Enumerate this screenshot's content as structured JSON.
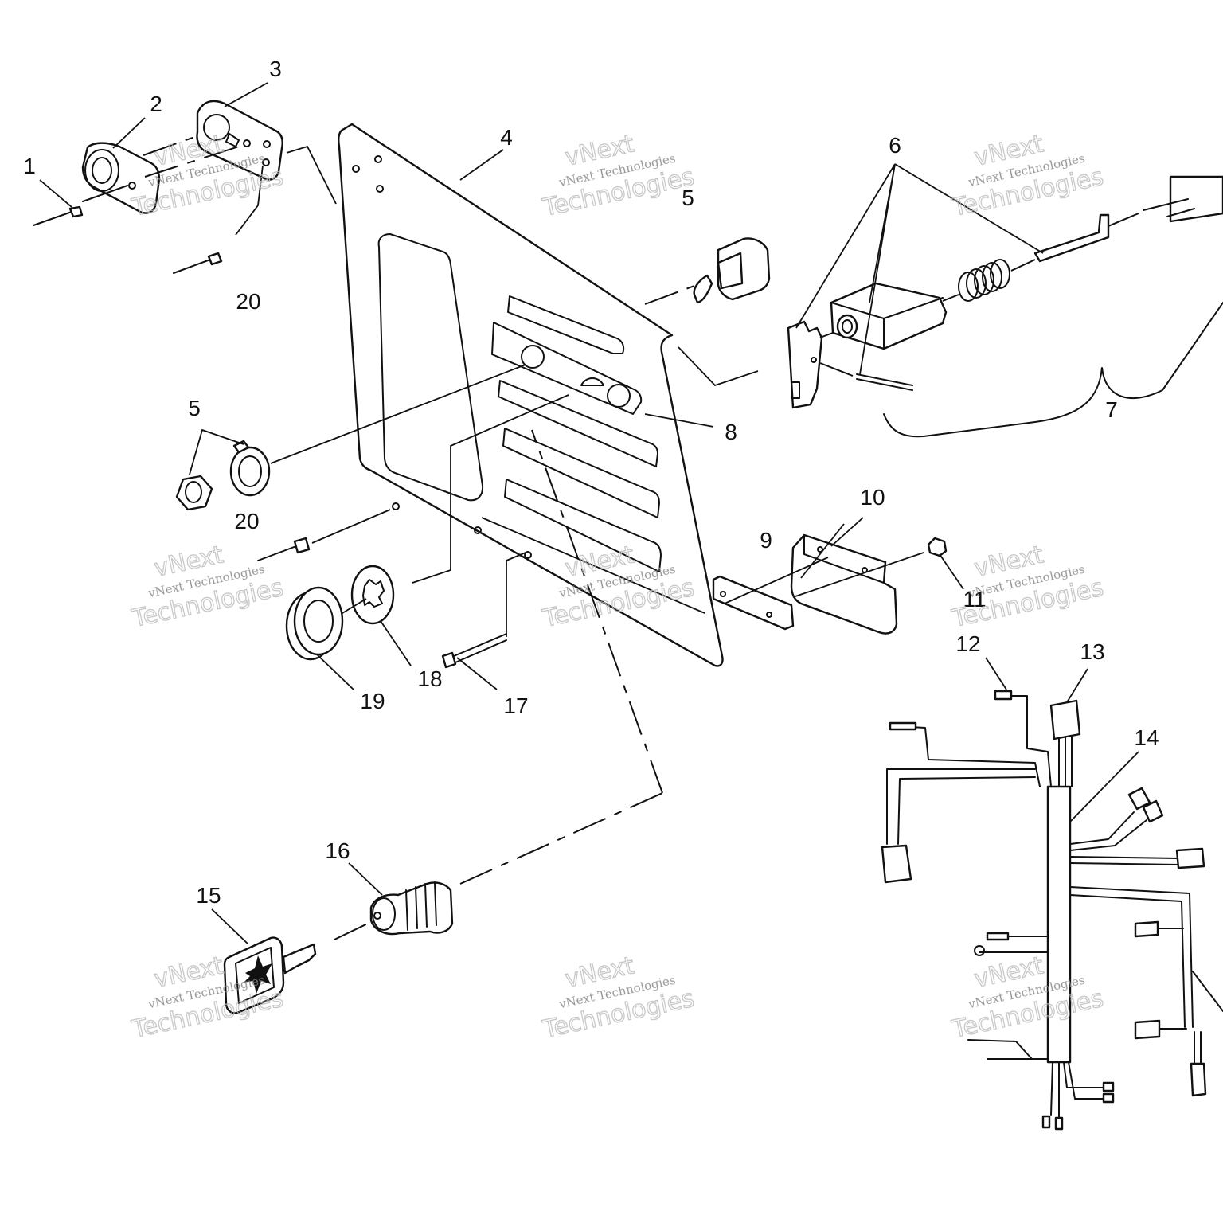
{
  "callouts": {
    "c1": "1",
    "c2": "2",
    "c3": "3",
    "c4": "4",
    "c5a": "5",
    "c5b": "5",
    "c6": "6",
    "c7": "7",
    "c8": "8",
    "c9": "9",
    "c10": "10",
    "c11": "11",
    "c12": "12",
    "c13": "13",
    "c14": "14",
    "c15": "15",
    "c16": "16",
    "c17": "17",
    "c18": "18",
    "c19": "19",
    "c20a": "20",
    "c20b": "20"
  },
  "watermark": {
    "small": "vNext Technologies",
    "large": "Technologies",
    "top": "vNext"
  },
  "colors": {
    "line": "#111111",
    "watermark": "#bdbdbd",
    "background": "#ffffff"
  }
}
